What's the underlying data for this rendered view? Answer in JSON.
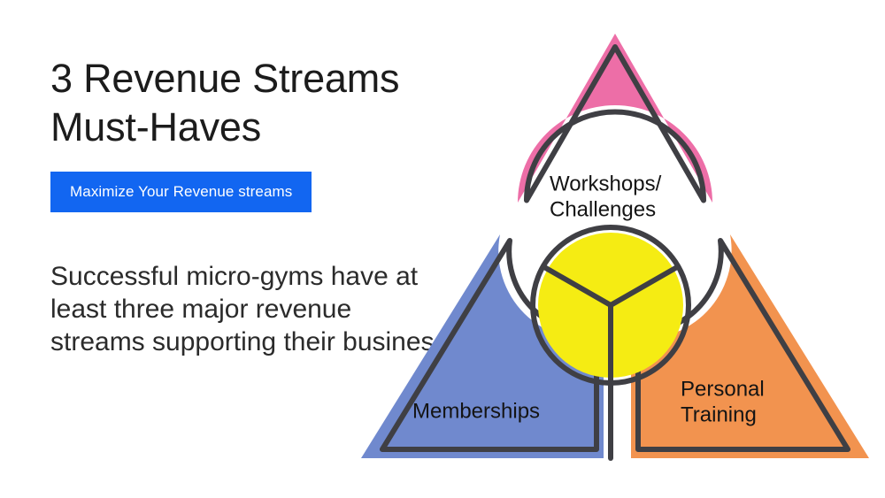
{
  "slide": {
    "background_color": "#ffffff",
    "title": "3 Revenue Streams\nMust-Haves",
    "badge_label": "Maximize Your Revenue streams",
    "badge_color": "#1266f1",
    "badge_text_color": "#ffffff",
    "body_text": "Successful micro-gyms have at least three major revenue streams supporting their business"
  },
  "diagram": {
    "type": "segmented-triangle",
    "stroke_color": "#3f3f44",
    "center_circle": {
      "fill": "#f5ec13",
      "stroke": "#3f3f44",
      "label": ""
    },
    "segments": [
      {
        "id": "top",
        "label_line1": "Workshops/",
        "label_line2": "Challenges",
        "color": "#ed6ea7"
      },
      {
        "id": "bottom-left",
        "label_line1": "Memberships",
        "label_line2": "",
        "color": "#7089ce"
      },
      {
        "id": "bottom-right",
        "label_line1": "Personal",
        "label_line2": "Training",
        "color": "#f2934f"
      }
    ]
  }
}
